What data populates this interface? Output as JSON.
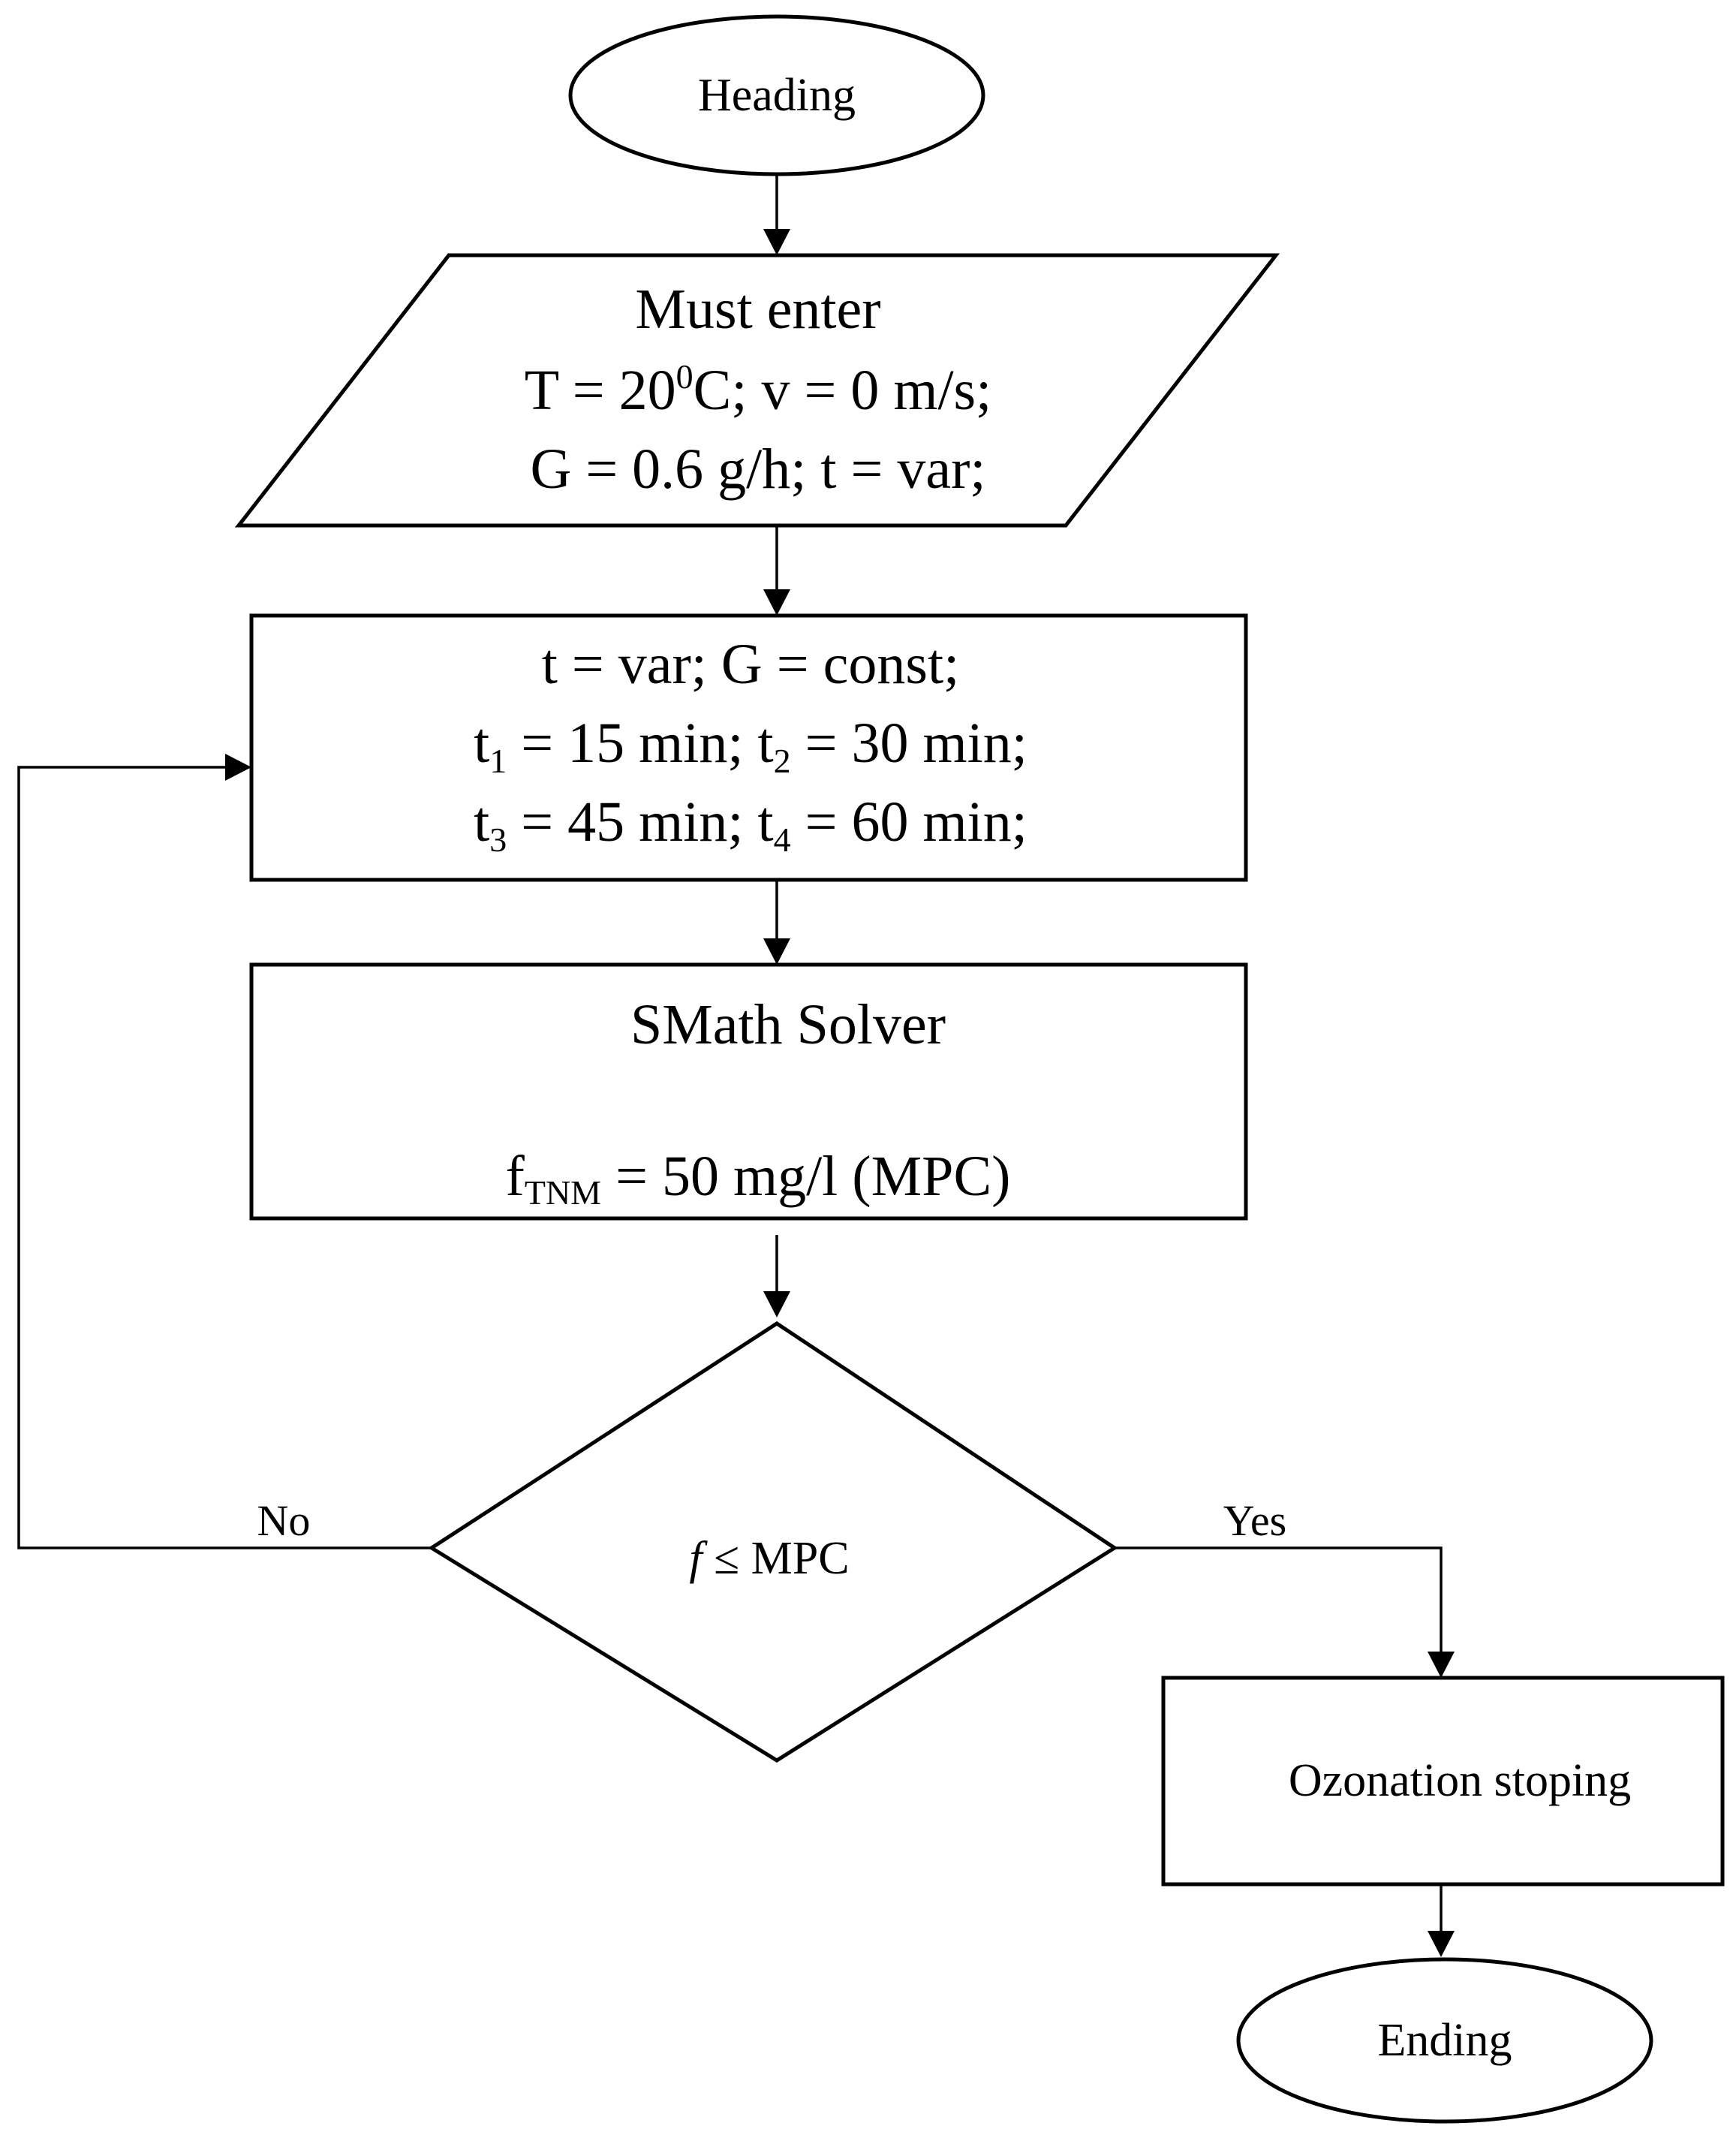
{
  "diagram": {
    "start": {
      "label": "Heading"
    },
    "input": {
      "line1": "Must enter",
      "line2": {
        "a": "T = 20",
        "sup": "0",
        "b": "C; v = 0 m/s;"
      },
      "line3": "G = 0.6 g/h; t = var;"
    },
    "process": {
      "line1": "t = var; G = const;",
      "line2": {
        "t1": "t",
        "s1": "1",
        "v1": " = 15 min; t",
        "s2": "2",
        "v2": " = 30 min;"
      },
      "line3": {
        "t3": "t",
        "s3": "3",
        "v3": " = 45 min; t",
        "s4": "4",
        "v4": " = 60 min;"
      }
    },
    "solver": {
      "line1": "SMath Solver",
      "line2": {
        "f": "f",
        "sub": "TNM",
        "rest": " = 50 mg/l (MPC)"
      }
    },
    "decision": {
      "f": "f",
      "rest": " ≤ MPC"
    },
    "branch_no": "No",
    "branch_yes": "Yes",
    "stop": {
      "label": "Ozonation stoping"
    },
    "end": {
      "label": "Ending"
    },
    "colors": {
      "stroke": "#000000",
      "fill": "#ffffff",
      "text": "#000000"
    }
  }
}
